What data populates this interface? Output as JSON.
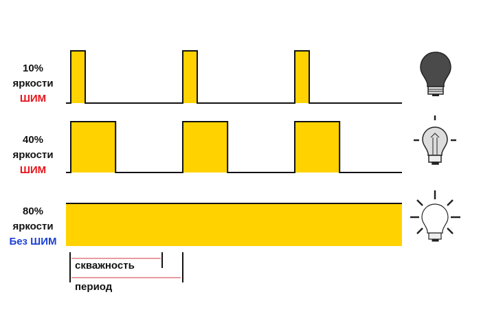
{
  "rows": [
    {
      "brightness": "10%",
      "word": "яркости",
      "mode": "ШИМ",
      "duty_percent": 10,
      "pulsed": true,
      "mode_color": "#e8141b"
    },
    {
      "brightness": "40%",
      "word": "яркости",
      "mode": "ШИМ",
      "duty_percent": 40,
      "pulsed": true,
      "mode_color": "#e8141b"
    },
    {
      "brightness": "80%",
      "word": "яркости",
      "mode": "Без ШИМ",
      "duty_percent": 100,
      "pulsed": false,
      "mode_color": "#1a3fd6"
    }
  ],
  "legend": {
    "duty_label": "скважность",
    "period_label": "период"
  },
  "colors": {
    "signal": "#ffd200",
    "line": "#111111",
    "legend_line": "#e07a80"
  },
  "periods_shown": 3
}
